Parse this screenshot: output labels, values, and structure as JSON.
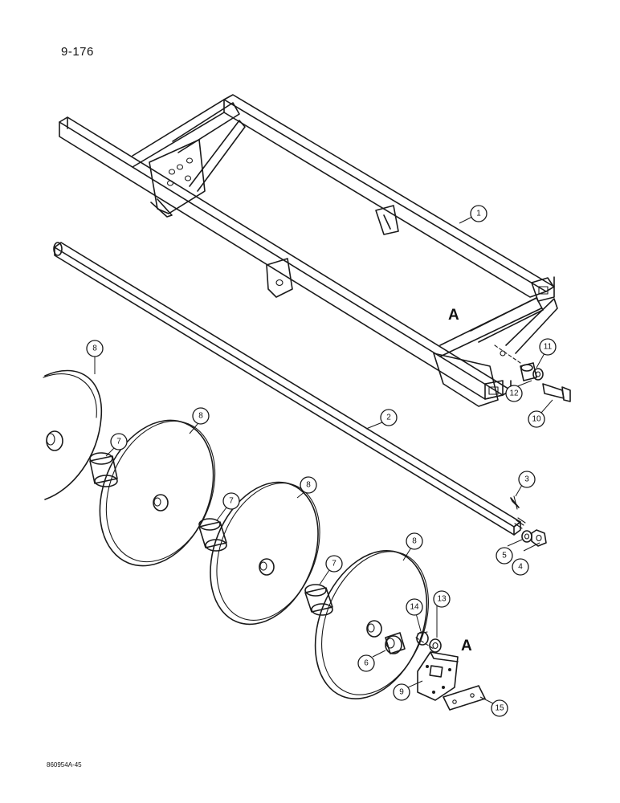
{
  "page": {
    "number": "9-176",
    "doc_ref": "860954A-45"
  },
  "markers": {
    "view_a": "A"
  },
  "callouts": {
    "c1": "1",
    "c2": "2",
    "c3": "3",
    "c4": "4",
    "c5": "5",
    "c6": "6",
    "c7": "7",
    "c8": "8",
    "c9": "9",
    "c10": "10",
    "c11": "11",
    "c12": "12",
    "c13": "13",
    "c14": "14",
    "c15": "15"
  }
}
